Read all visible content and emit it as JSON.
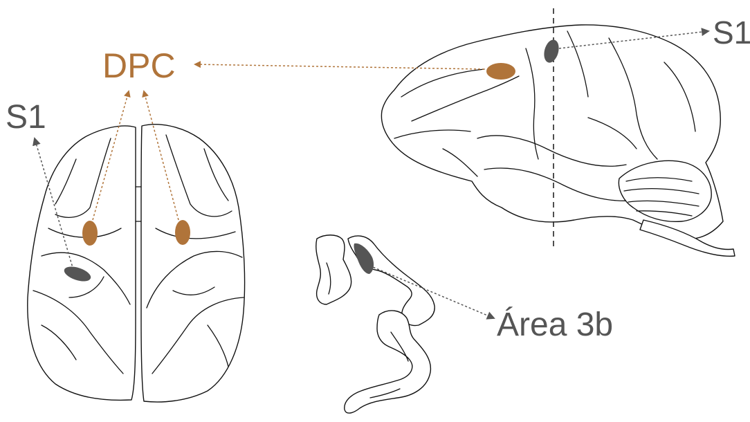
{
  "labels": {
    "dpc": "DPC",
    "s1_left": "S1",
    "s1_right": "S1",
    "area_3b": "Área 3b"
  },
  "colors": {
    "dpc": "#b0743a",
    "s1": "#555555",
    "outline": "#111111"
  },
  "figure": {
    "dorsal_view": "top view of macaque brain",
    "lateral_view": "side view of macaque brain",
    "section": "coronal section through central sulcus"
  }
}
